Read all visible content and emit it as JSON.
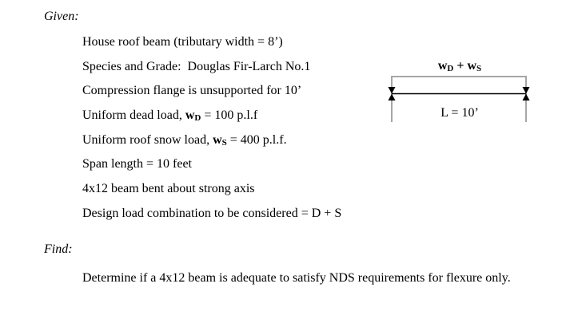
{
  "page": {
    "background_color": "#ffffff",
    "text_color": "#000000",
    "diagram_line_gray": "#a6a6a6",
    "beam_line_color": "#000000"
  },
  "given": {
    "heading": "Given:",
    "items": [
      {
        "text": "House roof beam (tributary width = 8’)"
      },
      {
        "text": "Species and Grade:  Douglas Fir-Larch No.1"
      },
      {
        "text": "Compression flange is unsupported for 10’"
      },
      {
        "pre": "Uniform dead load, ",
        "sym": "w",
        "sub": "D",
        "post": " = 100 p.l.f"
      },
      {
        "pre": "Uniform roof snow load, ",
        "sym": "w",
        "sub": "S",
        "post": " = 400 p.l.f."
      },
      {
        "text": "Span length = 10 feet"
      },
      {
        "text": "4x12 beam bent about strong axis"
      },
      {
        "text": "Design load combination to be considered = D + S"
      }
    ]
  },
  "diagram": {
    "load_label": {
      "sym1": "w",
      "sub1": "D",
      "plus": " + ",
      "sym2": "w",
      "sub2": "S"
    },
    "span_label": "L = 10’"
  },
  "find": {
    "heading": "Find:",
    "statement": "Determine if a 4x12 beam is adequate to satisfy NDS requirements for flexure only."
  }
}
